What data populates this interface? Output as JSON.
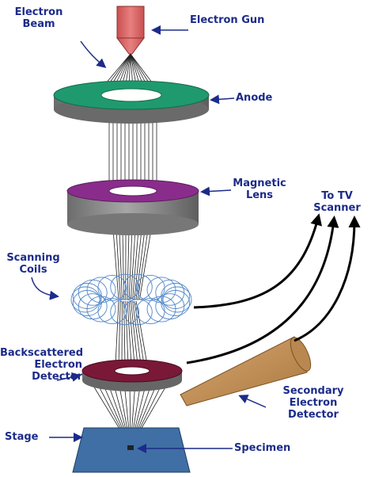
{
  "labels": {
    "electron_beam_1": "Electron",
    "electron_beam_2": "Beam",
    "electron_gun": "Electron Gun",
    "anode": "Anode",
    "magnetic_lens_1": "Magnetic",
    "magnetic_lens_2": "Lens",
    "to_tv_1": "To TV",
    "to_tv_2": "Scanner",
    "scanning_coils_1": "Scanning",
    "scanning_coils_2": "Coils",
    "backscattered_1": "Backscattered",
    "backscattered_2": "Electron",
    "backscattered_3": "Detector",
    "secondary_1": "Secondary",
    "secondary_2": "Electron",
    "secondary_3": "Detector",
    "stage": "Stage",
    "specimen": "Specimen"
  },
  "colors": {
    "label_text": "#1c2b8a",
    "electron_gun": "#e06a6a",
    "anode_top": "#1f9a6e",
    "ring_body": "#8c8c8c",
    "magnetic_lens_top": "#8a2c8c",
    "coil": "#4f86c8",
    "backscatter_detector_top": "#7a1838",
    "secondary_detector": "#c8965c",
    "stage": "#3f6fa4",
    "beam": "#222222",
    "arrow": "#1c2b8a"
  }
}
